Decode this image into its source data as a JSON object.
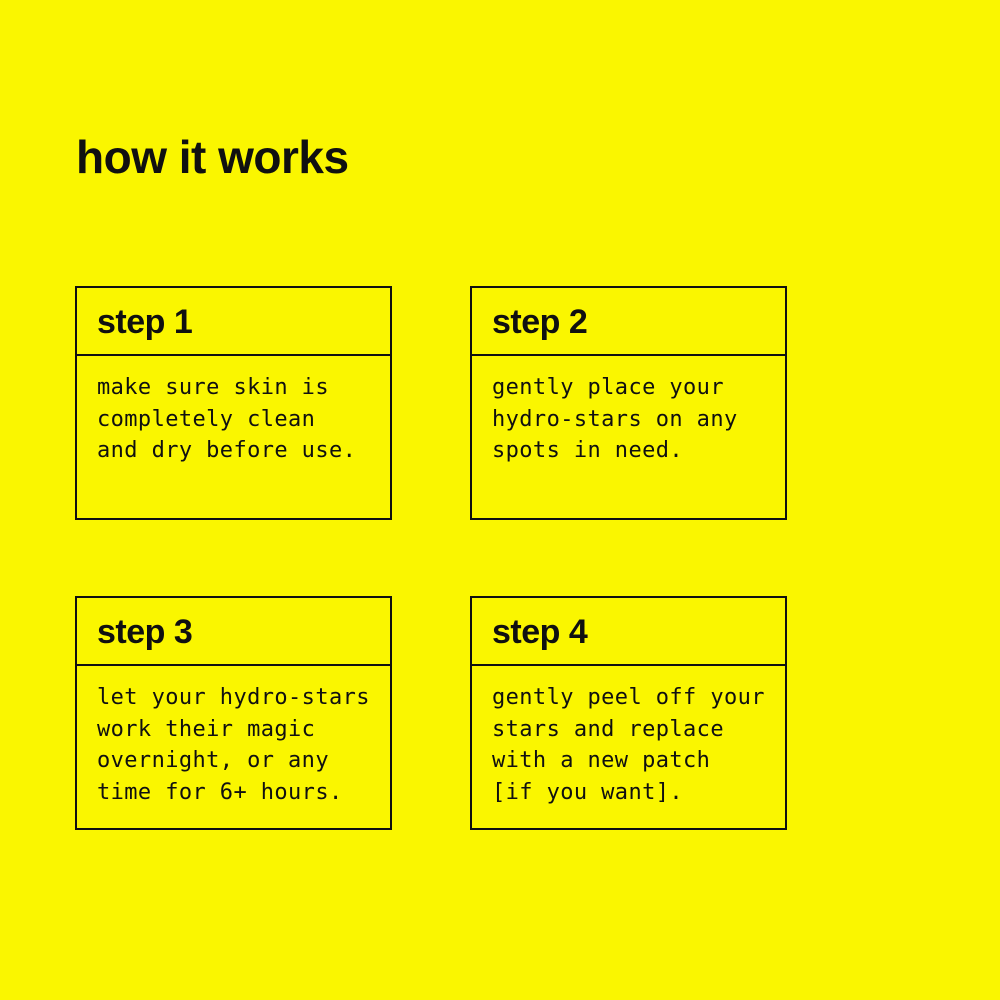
{
  "page": {
    "background_color": "#FAF600",
    "text_color": "#101010",
    "border_color": "#101010"
  },
  "title": "how it works",
  "steps": [
    {
      "label": "step 1",
      "body": "make sure skin is\ncompletely clean\nand dry before use."
    },
    {
      "label": "step 2",
      "body": "gently place your\nhydro-stars on any\nspots in need."
    },
    {
      "label": "step 3",
      "body": "let your hydro-stars\nwork their magic\novernight, or any\ntime for 6+ hours."
    },
    {
      "label": "step 4",
      "body": "gently peel off your\nstars and replace\nwith a new patch\n[if you want]."
    }
  ]
}
